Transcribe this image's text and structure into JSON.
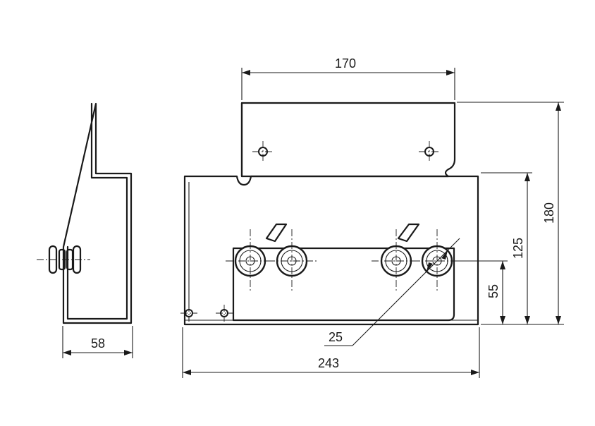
{
  "dimensions": {
    "top_width": "170",
    "total_width": "243",
    "side_width": "58",
    "total_height": "180",
    "base_height": "125",
    "roller_height": "55",
    "roller_diameter": "25"
  }
}
